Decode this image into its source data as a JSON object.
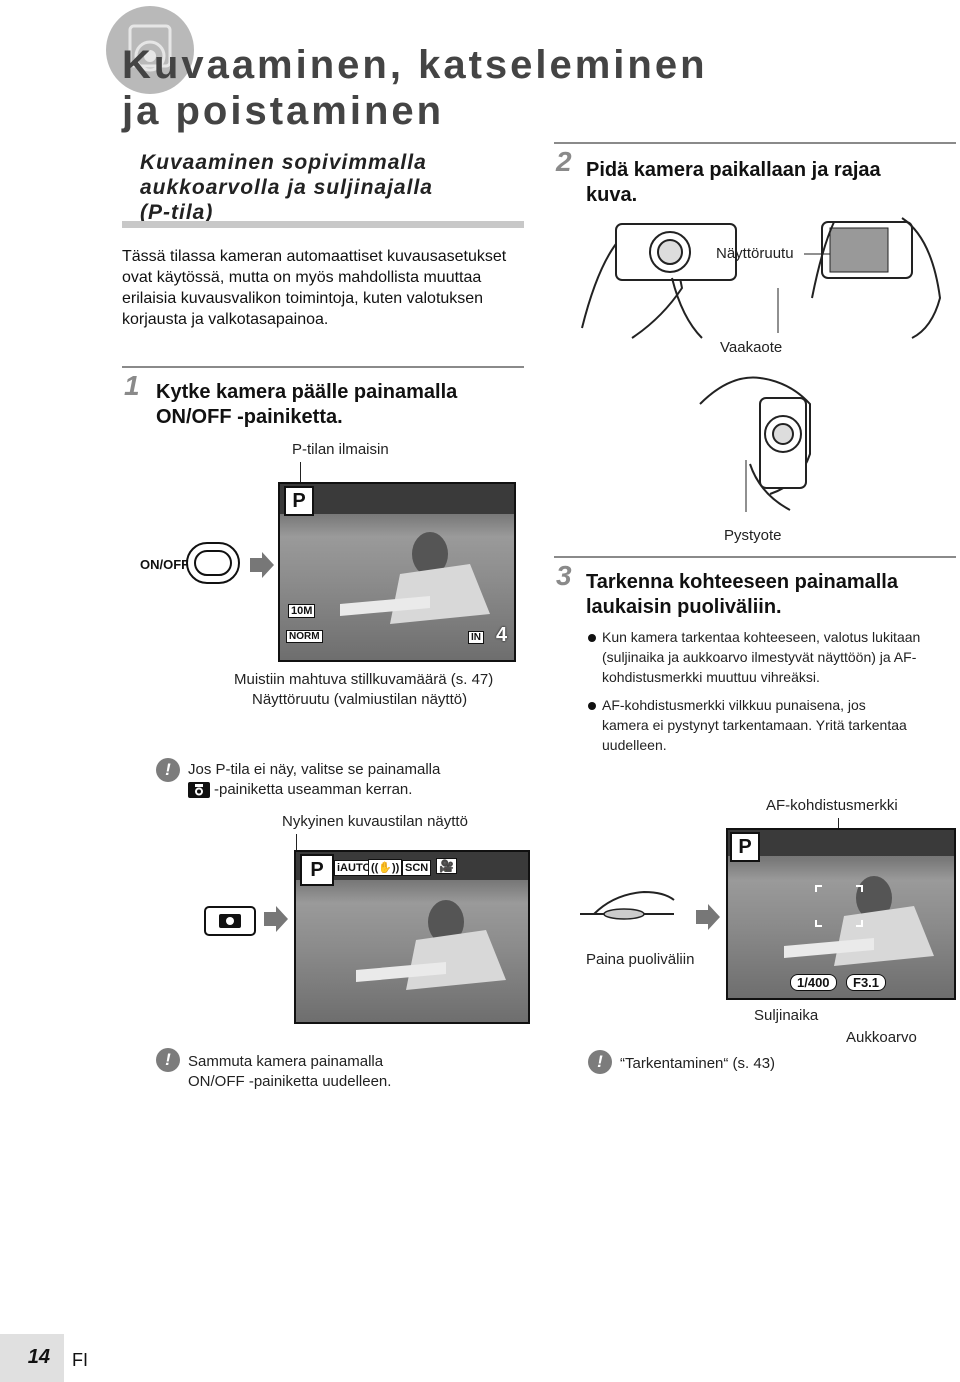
{
  "header": {
    "title_line1": "Kuvaaminen, katseleminen",
    "title_line2": "ja poistaminen"
  },
  "section": {
    "subtitle_line1": "Kuvaaminen sopivimmalla",
    "subtitle_line2": "aukkoarvolla ja suljinajalla",
    "subtitle_line3": "(P-tila)",
    "intro": "Tässä tilassa kameran automaattiset kuvausasetukset ovat käytössä, mutta on myös mahdollista muuttaa erilaisia kuvausvalikon toimintoja, kuten valotuksen korjausta ja valkotasapainoa."
  },
  "step1": {
    "num": "1",
    "heading_line1": "Kytke kamera päälle painamalla",
    "heading_line2": "ON/OFF -painiketta.",
    "p_indicator_label": "P-tilan ilmaisin",
    "onoff_label": "ON/OFF",
    "screen_p": "P",
    "screen_size": "10M",
    "screen_quality": "NORM",
    "screen_memory": "IN",
    "screen_count": "4",
    "caption_line1": "Muistiin mahtuva stillkuvamäärä (s. 47)",
    "caption_line2": "Näyttöruutu (valmiustilan näyttö)",
    "note_line1": "Jos P-tila ei näy, valitse se painamalla",
    "note_line2": "-painiketta useamman kerran.",
    "current_mode_label": "Nykyinen kuvaustilan näyttö",
    "mode_icons": [
      "P",
      "iAUTO",
      "((✋))",
      "SCN",
      "🎥"
    ],
    "final_note_line1": "Sammuta kamera painamalla",
    "final_note_line2": "ON/OFF -painiketta uudelleen."
  },
  "step2": {
    "num": "2",
    "heading_line1": "Pidä kamera paikallaan ja rajaa",
    "heading_line2": "kuva.",
    "label_screen": "Näyttöruutu",
    "label_horizontal": "Vaakaote",
    "label_vertical": "Pystyote"
  },
  "step3": {
    "num": "3",
    "heading_line1": "Tarkenna kohteeseen painamalla",
    "heading_line2": "laukaisin puoliväliin.",
    "bullet1_line1": "Kun kamera tarkentaa kohteeseen, valotus lukitaan",
    "bullet1_line2": "(suljinaika ja aukkoarvo ilmestyvät näyttöön) ja AF-",
    "bullet1_line3": "kohdistusmerkki muuttuu vihreäksi.",
    "bullet2_line1": "AF-kohdistusmerkki vilkkuu punaisena, jos",
    "bullet2_line2": "kamera ei pystynyt tarkentamaan. Yritä tarkentaa",
    "bullet2_line3": "uudelleen.",
    "af_label": "AF-kohdistusmerkki",
    "screen_p": "P",
    "press_label": "Paina puoliväliin",
    "shutter_value": "1/400",
    "aperture_value": "F3.1",
    "shutter_label": "Suljinaika",
    "aperture_label": "Aukkoarvo",
    "ref_note": "“Tarkentaminen“ (s. 43)"
  },
  "footer": {
    "page_number": "14",
    "language": "FI"
  },
  "colors": {
    "accent_gray": "#8a8a8a",
    "title_gray": "#444444"
  }
}
